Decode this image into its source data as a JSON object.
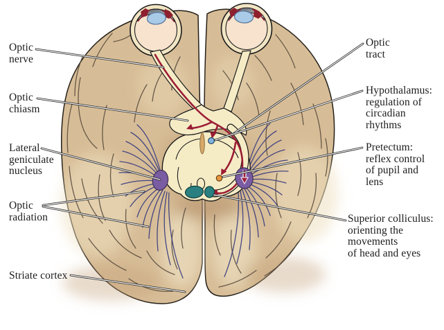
{
  "labels": {
    "optic_nerve": "Optic\nnerve",
    "optic_chiasm": "Optic\nchiasm",
    "lateral_geniculate_nucleus": "Lateral\ngeniculate\nnucleus",
    "optic_radiation": "Optic\nradiation",
    "striate_cortex": "Striate cortex",
    "optic_tract": "Optic\ntract",
    "hypothalamus": "Hypothalamus:\nregulation of\ncircadian\nrhythms",
    "pretectum": "Pretectum:\nreflex control\nof pupil and\nlens",
    "superior_colliculus": "Superior colliculus:\norienting the\nmovements\nof head and eyes"
  },
  "palette": {
    "brain_tan": "#d7bd97",
    "brain_shade": "#c2a077",
    "brain_light": "#eee0c0",
    "outline": "#241f18",
    "sulcus": "#52463a",
    "cream": "#f5ecc6",
    "ventricle_tan": "#d6a869",
    "pathway_red": "#9c1c34",
    "radiation_blue": "#3c3f80",
    "lgn_purple": "#7a5ca3",
    "colliculus_teal": "#2a8080",
    "pretectum_orange": "#e9943c",
    "hypothalamus_blue": "#7fb2df",
    "lens_blue": "#a9cbe7",
    "eye_inner": "#f7e3ce",
    "label_color": "#1c1c1c"
  },
  "structures": [
    {
      "name": "optic-pathway",
      "color": "#9c1c34"
    },
    {
      "name": "optic-radiation",
      "color": "#3c3f80"
    },
    {
      "name": "lateral-geniculate-nucleus",
      "color": "#7a5ca3"
    },
    {
      "name": "superior-colliculus",
      "color": "#2a8080"
    },
    {
      "name": "pretectum",
      "color": "#e9943c"
    },
    {
      "name": "hypothalamus",
      "color": "#7fb2df"
    }
  ]
}
